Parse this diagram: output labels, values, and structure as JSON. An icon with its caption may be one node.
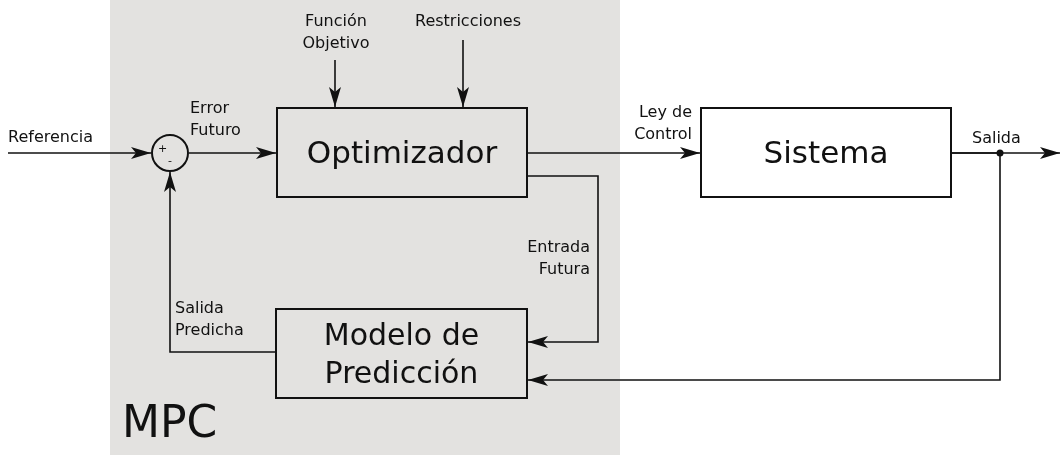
{
  "diagram": {
    "nodes": [
      {
        "text": [
          "MPC"
        ]
      },
      {
        "text": [
          "+",
          "-"
        ],
        "in": 0
      },
      {
        "text": [
          "Optimizador"
        ],
        "in": 0
      },
      {
        "text": [
          "Modelo de Predicción"
        ],
        "in": 0
      },
      {
        "text": [
          "Sistema"
        ]
      }
    ],
    "edges": [
      {
        "from": null,
        "to": 1,
        "arrow": "to",
        "label": "Referencia"
      },
      {
        "from": 1,
        "to": 2,
        "arrow": "to",
        "label": "Error Futuro"
      },
      {
        "from": null,
        "to": 2,
        "arrow": "to",
        "label": "Función Objetivo"
      },
      {
        "from": null,
        "to": 2,
        "arrow": "to",
        "label": "Restricciones"
      },
      {
        "from": 2,
        "to": 4,
        "arrow": "to",
        "label": "Ley de Control"
      },
      {
        "from": 2,
        "to": 3,
        "arrow": "to",
        "label": "Entrada Futura"
      },
      {
        "from": 3,
        "to": 1,
        "arrow": "to",
        "label": "Salida Predicha"
      },
      {
        "from": 4,
        "to": null,
        "arrow": "to",
        "label": "Salida"
      },
      {
        "from": 4,
        "to": 3,
        "arrow": "to"
      }
    ]
  }
}
